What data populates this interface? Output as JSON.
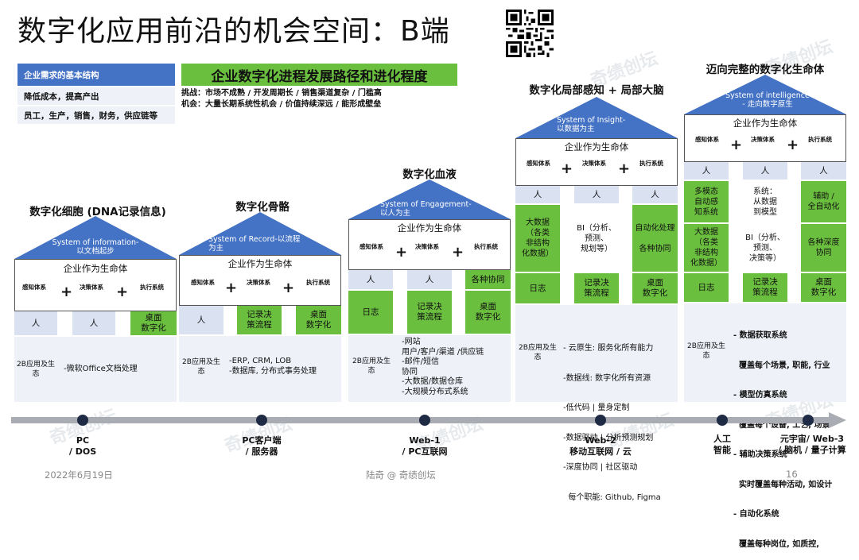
{
  "title": "数字化应用前沿的机会空间：B端",
  "watermark": "奇绩创坛",
  "left_panel": {
    "header": "企业需求的基本结构",
    "row1": "降低成本，提高产出",
    "row2": "员工，生产，销售，财务，供应链等"
  },
  "banner": "企业数字化进程发展路径和进化程度",
  "challenge": "挑战：市场不成熟 / 开发周期长 / 销售渠道复杂 / 门槛高",
  "opportunity": "机会：大量长期系统性机会 / 价值持续深远 / 能形成壁垒",
  "common": {
    "life": "企业作为生命体",
    "sense": "感知体系",
    "decide": "决策体系",
    "exec": "执行系统",
    "plus": "+",
    "eco": "2B应用及生态"
  },
  "stages": [
    {
      "title": "数字化细胞 (DNA记录信息)",
      "roof1": "System of information-",
      "roof2": "以文档起步",
      "pillars": [
        "人",
        "人",
        "桌面\n数字化"
      ],
      "eco_lines": [
        "-微软Office文档处理"
      ]
    },
    {
      "title": "数字化骨骼",
      "roof1": "System of Record-以流程",
      "roof2": "为主",
      "pillars": [
        "人",
        "记录决\n策流程",
        "桌面\n数字化"
      ],
      "eco_lines": [
        "-ERP, CRM, LOB",
        "-数据库, 分布式事务处理"
      ]
    },
    {
      "title": "数字化血液",
      "roof1": "System of Engagement-",
      "roof2": "以人为主",
      "pillars_top": [
        "人",
        "人",
        "各种协同"
      ],
      "pillars": [
        "日志",
        "记录决\n策流程",
        "桌面\n数字化"
      ],
      "eco_lines": [
        "-网站",
        "用户/客户/渠道 /供应链",
        "-邮件/短信",
        "协同",
        "-大数据/数据仓库",
        "-大规模分布式系统"
      ]
    },
    {
      "title": "数字化局部感知 + 局部大脑",
      "roof1": "System of Insight-",
      "roof2": "以数据为主",
      "pillars_top": [
        "人",
        "人",
        "人"
      ],
      "pillars_mid": [
        "大数据\n（各类\n非结构\n化数据）",
        "BI（分析、\n预测、\n规划等）",
        "自动化处理\n\n各种协同"
      ],
      "pillars": [
        "日志",
        "记录决\n策流程",
        "桌面\n数字化"
      ],
      "eco_lines": [
        "- 云原生: 服务化所有能力",
        "-数据线: 数字化所有资源",
        "-低代码 | 量身定制",
        "-数据驱动 | 分析预测规划",
        "-深度协同 | 社区驱动",
        "  每个职能: Github, Figma"
      ]
    },
    {
      "title": "迈向完整的数字化生命体",
      "roof1": "System of intelligence",
      "roof2": "- 走向数字原生",
      "pillars_top": [
        "人",
        "人",
        "人"
      ],
      "pillars_mid": [
        "多模态\n自动感\n知系统",
        "系统：\n从数据\n到模型",
        "辅助 /\n全自动化"
      ],
      "pillars_mid2": [
        "大数据\n（各类\n非结构\n化数据）",
        "BI（分析、\n预测、\n决策等）",
        "各种深度\n协同"
      ],
      "pillars": [
        "日志",
        "记录决\n策流程",
        "桌面\n数字化"
      ],
      "eco_lines": [
        "- 数据获取系统",
        "  覆盖每个场景, 职能, 行业",
        "- 模型仿真系统",
        "  覆盖每个设备, 工艺, 场景",
        "- 辅助决策系统",
        "  实时覆盖每种活动, 如设计",
        "- 自动化系统",
        "  覆盖每种岗位, 如质控,"
      ]
    }
  ],
  "timeline": [
    {
      "l1": "PC",
      "l2": "/ DOS"
    },
    {
      "l1": "PC客户端",
      "l2": "/ 服务器"
    },
    {
      "l1": "Web-1",
      "l2": "/ PC互联网"
    },
    {
      "l1": "Web-2",
      "l2": "移动互联网 / 云"
    },
    {
      "l1": "人工",
      "l2": "智能"
    },
    {
      "l1": "元宇宙/ Web-3",
      "l2": "/ 脑机 / 量子计算"
    }
  ],
  "footer": {
    "date": "2022年6月19日",
    "author": "陆奇 @ 奇绩创坛",
    "page": "16"
  },
  "colors": {
    "blue": "#4472c4",
    "green": "#6bbf3f",
    "light_blue": "#dae2f2",
    "eco_bg": "#eef1f8"
  }
}
